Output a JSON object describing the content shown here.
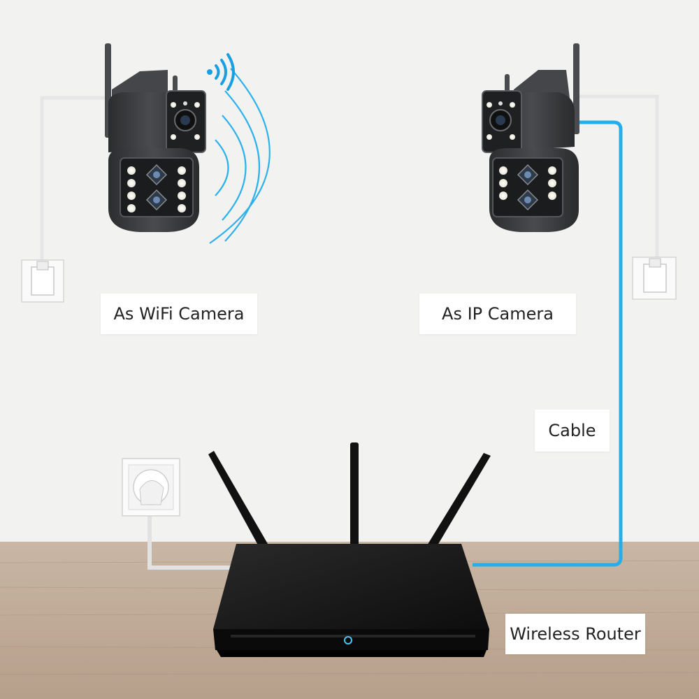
{
  "labels": {
    "wifi_camera": "As WiFi Camera",
    "ip_camera": "As IP Camera",
    "cable": "Cable",
    "router": "Wireless Router"
  },
  "icons": {
    "wifi_signal": "wifi-signal-icon",
    "camera_wifi": "ptz-dual-lens-camera-icon",
    "camera_ip": "ptz-dual-lens-camera-icon",
    "router": "wireless-router-icon",
    "outlet": "power-outlet-icon",
    "wall_plate": "wall-plate-icon"
  },
  "colors": {
    "background": "#f2f2f1",
    "floor": "#c2ae9c",
    "cable_blue": "#27aee8",
    "power_cable": "#e8e8e8",
    "router_body": "#141414",
    "camera_body": "#3a3b3d",
    "label_bg": "#ffffff",
    "text": "#222222"
  }
}
